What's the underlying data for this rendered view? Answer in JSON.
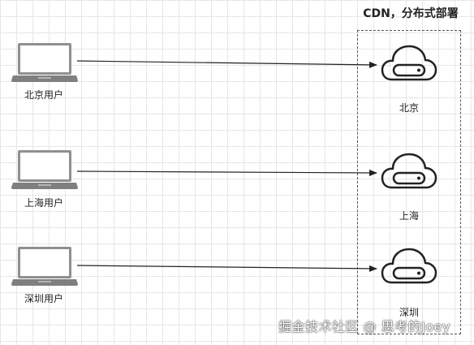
{
  "diagram": {
    "cdn_title": "CDN，分布式部署",
    "users": [
      {
        "label": "北京用户",
        "icon": "laptop-icon"
      },
      {
        "label": "上海用户",
        "icon": "laptop-icon"
      },
      {
        "label": "深圳用户",
        "icon": "laptop-icon"
      }
    ],
    "nodes": [
      {
        "label": "北京",
        "icon": "cloud-server-icon"
      },
      {
        "label": "上海",
        "icon": "cloud-server-icon"
      },
      {
        "label": "深圳",
        "icon": "cloud-server-icon"
      }
    ]
  },
  "watermark": "掘金技术社区 @ 思考的Joey",
  "colors": {
    "grid": "#e6e6e6",
    "stroke": "#222222",
    "laptop_screen": "#9a9a9a",
    "laptop_base": "#8a8a8a"
  }
}
